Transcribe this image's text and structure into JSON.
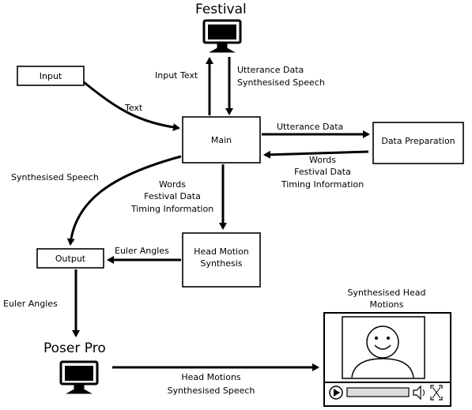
{
  "nodes": {
    "festival": "Festival",
    "input": "Input",
    "main": "Main",
    "data_preparation": "Data Preparation",
    "output": "Output",
    "head_motion_synthesis": [
      "Head Motion",
      "Synthesis"
    ],
    "poser_pro": "Poser Pro",
    "synthesised_head_motions": [
      "Synthesised Head",
      "Motions"
    ]
  },
  "edges": {
    "input_to_main": "Text",
    "main_to_festival": "Input Text",
    "festival_to_main": [
      "Utterance Data",
      "Synthesised Speech"
    ],
    "main_to_dataprep": "Utterance Data",
    "dataprep_to_main": [
      "Words",
      "Festival Data",
      "Timing Information"
    ],
    "main_to_output": "Synthesised Speech",
    "main_to_headmotion": [
      "Words",
      "Festival Data",
      "Timing Information"
    ],
    "headmotion_to_output": "Euler Angles",
    "output_to_poser": "Euler Angles",
    "poser_to_video": [
      "Head Motions",
      "Synthesised Speech"
    ]
  },
  "icons": [
    "monitor-icon",
    "video-player-icon",
    "smiley-face-icon",
    "play-icon",
    "speaker-icon",
    "fullscreen-icon"
  ]
}
